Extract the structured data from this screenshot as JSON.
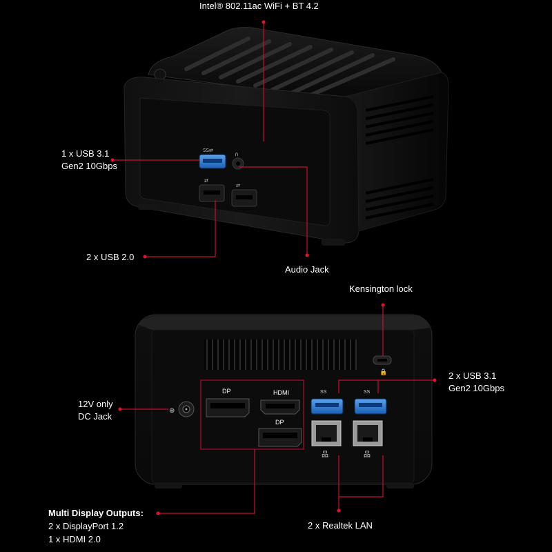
{
  "colors": {
    "background": "#000000",
    "callout_red": "#c8102e",
    "usb3_blue": "#2a7bd6"
  },
  "labels": {
    "wifi": "Intel® 802.11ac WiFi + BT 4.2",
    "front_usb31_line1": "1 x USB 3.1",
    "front_usb31_line2": "Gen2 10Gbps",
    "front_usb20": "2 x USB 2.0",
    "audio_jack": "Audio Jack",
    "kensington": "Kensington lock",
    "rear_usb31_line1": "2 x USB 3.1",
    "rear_usb31_line2": "Gen2 10Gbps",
    "dc_line1": "12V only",
    "dc_line2": "DC Jack",
    "display_title": "Multi Display Outputs:",
    "display_line1": "2 x DisplayPort 1.2",
    "display_line2": "1 x HDMI 2.0",
    "lan": "2 x Realtek LAN"
  },
  "port_labels": {
    "dp_top": "DP",
    "hdmi": "HDMI",
    "dp_bottom": "DP",
    "ss_left": "SS",
    "ss_right": "SS"
  },
  "icons": [
    "usb-icon",
    "headphone-icon",
    "lock-icon",
    "dc-power-icon",
    "network-icon"
  ]
}
